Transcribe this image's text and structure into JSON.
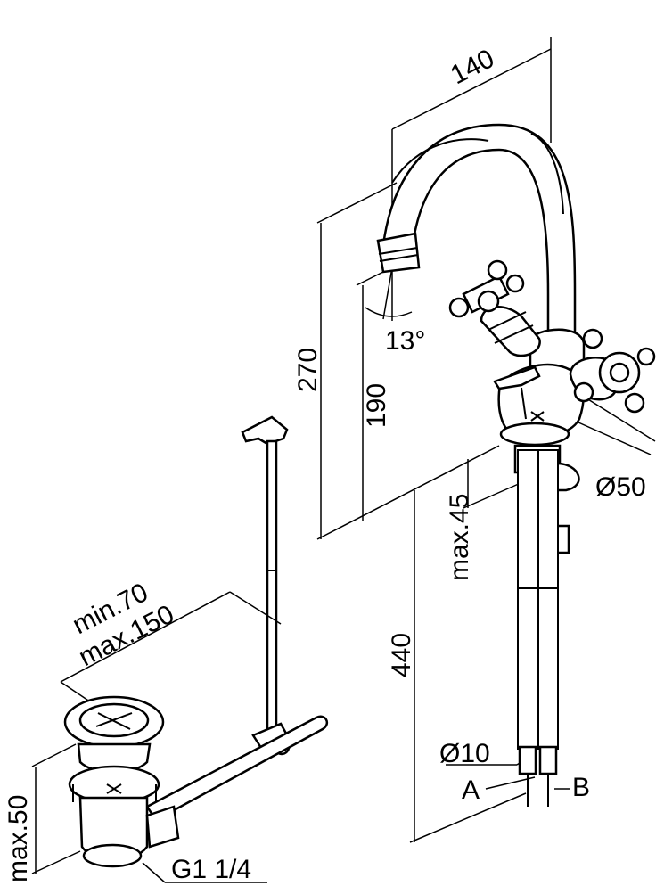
{
  "dimensions": {
    "spout_reach": "140",
    "total_height": "270",
    "spout_height": "190",
    "spout_angle": "13°",
    "base_diameter": "Ø50",
    "max_deck_thickness": "max.45",
    "hose_length": "440",
    "hose_diameter": "Ø10",
    "inlet_a": "A",
    "inlet_b": "B",
    "rod_min": "min.70",
    "rod_max": "max.150",
    "waste_max": "max.50",
    "waste_thread": "G1 1/4"
  }
}
